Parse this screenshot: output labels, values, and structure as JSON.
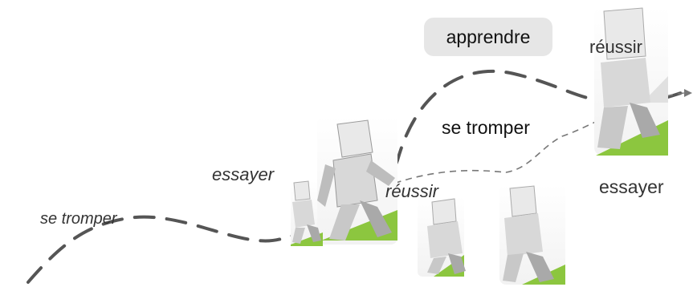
{
  "labels": {
    "apprendre": "apprendre",
    "reussir_top": "réussir",
    "se_tromper_center": "se tromper",
    "essayer_right": "essayer",
    "essayer_italic": "essayer",
    "reussir_italic": "réussir",
    "se_tromper_italic": "se tromper"
  },
  "colors": {
    "path": "#555555",
    "figure_light": "#e9e9e9",
    "figure_mid": "#bdbdbd",
    "figure_dark": "#8a8a8a",
    "grass": "#8cc63f",
    "pill_bg": "#e6e6e6"
  },
  "icons": [
    "walking-figure-icon"
  ]
}
